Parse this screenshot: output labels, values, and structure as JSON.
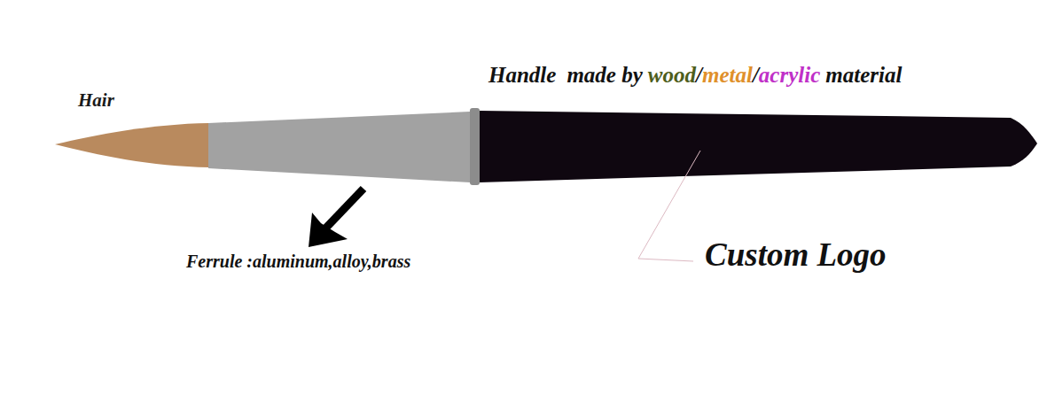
{
  "diagram": {
    "labels": [
      "Hair",
      "Handle",
      "made by",
      "wood",
      "/",
      "metal",
      "/",
      "acrylic",
      "material",
      "Ferrule :aluminum,alloy,brass",
      "Custom Logo"
    ]
  }
}
